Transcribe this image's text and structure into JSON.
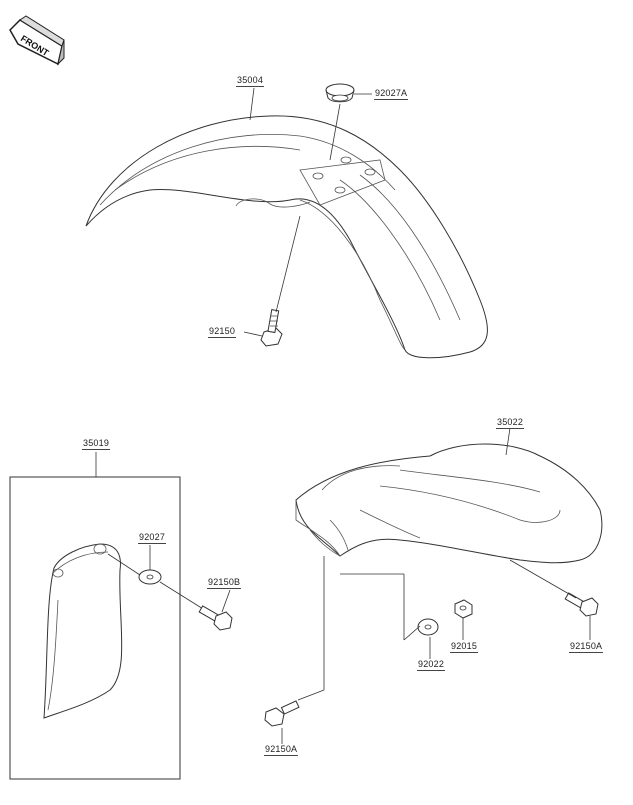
{
  "diagram": {
    "front_badge": "FRONT",
    "parts": {
      "front_fender": "35004",
      "grommet_a": "92027A",
      "bolt_front": "92150",
      "fender_shroud": "35019",
      "grommet": "92027",
      "bolt_b": "92150B",
      "rear_fender": "35022",
      "bolt_rear_a": "92150A",
      "bolt_bottom_a": "92150A",
      "washer": "92022",
      "nut": "92015"
    }
  }
}
